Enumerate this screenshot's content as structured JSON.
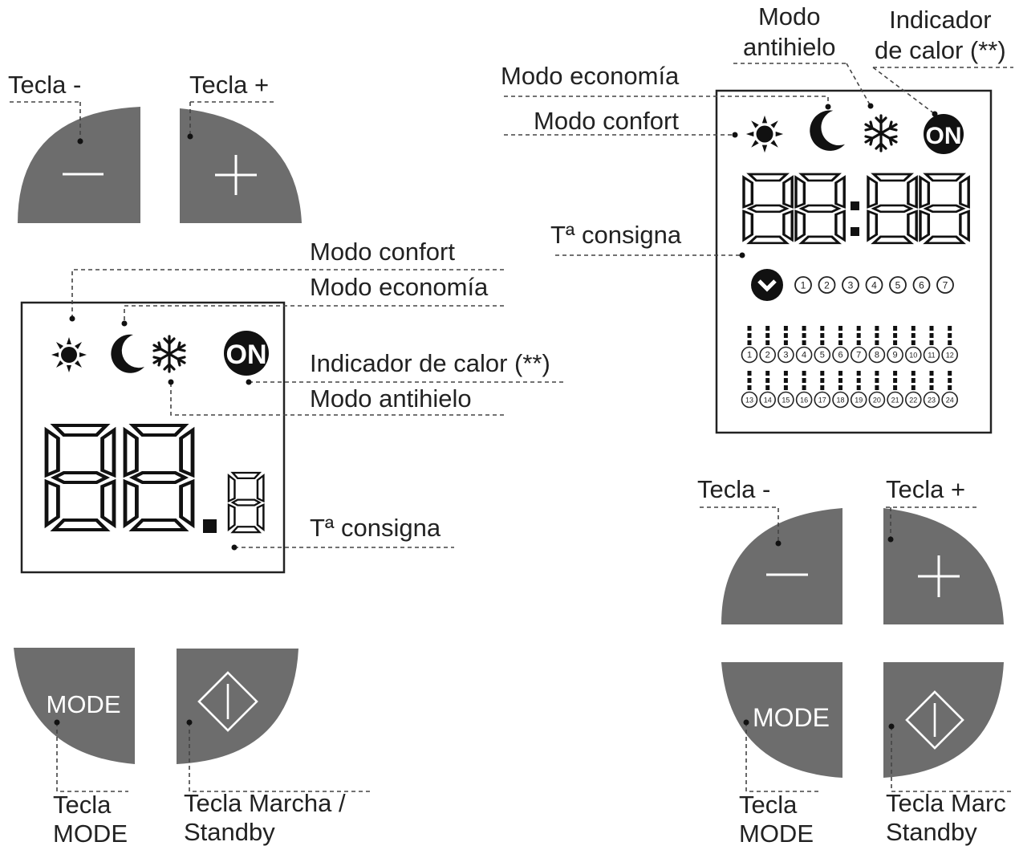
{
  "left_panel": {
    "key_minus_label": "Tecla -",
    "key_plus_label": "Tecla +",
    "confort_label": "Modo confort",
    "economia_label": "Modo economía",
    "heat_indicator_label": "Indicador de calor (**)",
    "antihielo_label": "Modo antihielo",
    "setpoint_label": "Tª consigna",
    "mode_key_label": "Tecla\nMODE",
    "standby_key_label": "Tecla Marcha /\nStandby",
    "display_digits": "88.8",
    "on_badge": "ON",
    "mode_button_text": "MODE"
  },
  "right_panel": {
    "antihielo_label": "Modo\nantihielo",
    "heat_indicator_label": "Indicador\nde calor (**)",
    "economia_label": "Modo economía",
    "confort_label": "Modo confort",
    "setpoint_label": "Tª consigna",
    "key_minus_label": "Tecla -",
    "key_plus_label": "Tecla +",
    "mode_key_label": "Tecla\nMODE",
    "standby_key_label": "Tecla Marc\nStandby",
    "display_digits": "88:88",
    "on_badge": "ON",
    "mode_button_text": "MODE",
    "day_numbers": [
      "1",
      "2",
      "3",
      "4",
      "5",
      "6",
      "7"
    ],
    "hours_row1": [
      "1",
      "2",
      "3",
      "4",
      "5",
      "6",
      "7",
      "8",
      "9",
      "10",
      "11",
      "12"
    ],
    "hours_row2": [
      "13",
      "14",
      "15",
      "16",
      "17",
      "18",
      "19",
      "20",
      "21",
      "22",
      "23",
      "24"
    ]
  },
  "colors": {
    "key_fill": "#6d6d6d",
    "ink": "#111111",
    "leader": "#444444"
  },
  "icons": [
    "sun-icon",
    "moon-icon",
    "snowflake-icon",
    "on-badge-icon",
    "power-icon",
    "minus-icon",
    "plus-icon",
    "checkmark-icon"
  ]
}
